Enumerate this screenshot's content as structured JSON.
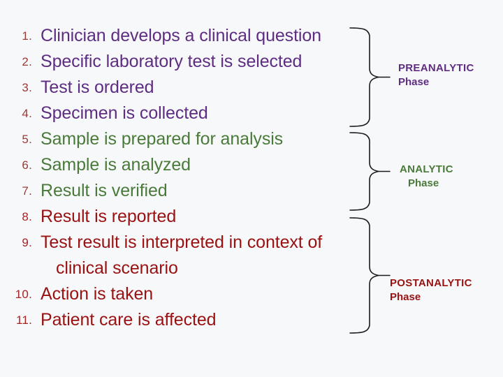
{
  "slide": {
    "background_color": "#f7f8fa",
    "colors": {
      "preanalytic": "#5e2d82",
      "analytic": "#4a7a3a",
      "postanalytic": "#991111",
      "number_muted": "#9b3b36",
      "number_red": "#a92222",
      "brace": "#1a1a1a"
    }
  },
  "steps": [
    {
      "num": "1.",
      "text": "Clinician develops a clinical question",
      "phase": "pre"
    },
    {
      "num": "2.",
      "text": "Specific laboratory test is selected",
      "phase": "pre"
    },
    {
      "num": "3.",
      "text": "Test is ordered",
      "phase": "pre"
    },
    {
      "num": "4.",
      "text": "Specimen is collected",
      "phase": "pre"
    },
    {
      "num": "5.",
      "text": "Sample is prepared for analysis",
      "phase": "ana"
    },
    {
      "num": "6.",
      "text": "Sample is analyzed",
      "phase": "ana"
    },
    {
      "num": "7.",
      "text": "Result is verified",
      "phase": "ana"
    },
    {
      "num": "8.",
      "text": "Result is reported",
      "phase": "post"
    },
    {
      "num": "9.",
      "text": "Test result is interpreted in context of",
      "phase": "post"
    },
    {
      "num": "",
      "text": "clinical scenario",
      "phase": "post",
      "continuation": true
    },
    {
      "num": "10.",
      "text": "Action is taken",
      "phase": "post"
    },
    {
      "num": "11.",
      "text": "Patient care is affected",
      "phase": "post"
    }
  ],
  "phases": [
    {
      "title": "PREANALYTIC",
      "subtitle": "Phase",
      "phase": "pre"
    },
    {
      "title": "ANALYTIC",
      "subtitle": "Phase",
      "phase": "ana"
    },
    {
      "title": "POSTANALYTIC",
      "subtitle": "Phase",
      "phase": "post"
    }
  ]
}
